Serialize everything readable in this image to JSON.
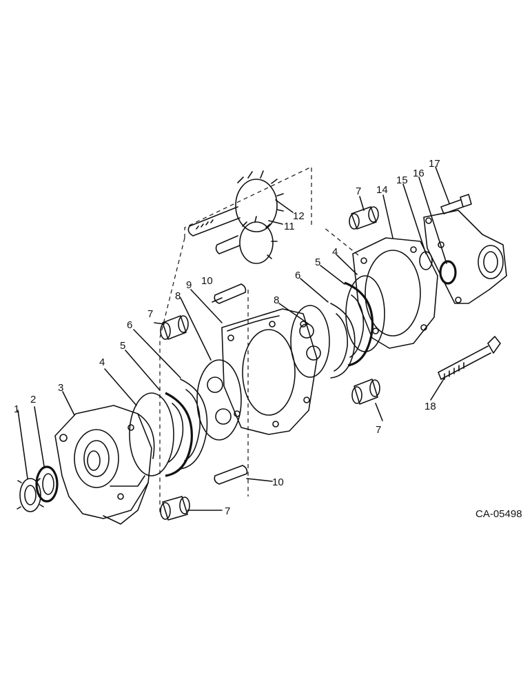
{
  "drawing_id": "CA-05498",
  "callouts": [
    {
      "id": "c1",
      "label": "1"
    },
    {
      "id": "c2",
      "label": "2"
    },
    {
      "id": "c3",
      "label": "3"
    },
    {
      "id": "c4a",
      "label": "4"
    },
    {
      "id": "c5a",
      "label": "5"
    },
    {
      "id": "c6a",
      "label": "6"
    },
    {
      "id": "c7a",
      "label": "7"
    },
    {
      "id": "c8a",
      "label": "8"
    },
    {
      "id": "c9",
      "label": "9"
    },
    {
      "id": "c10a",
      "label": "10"
    },
    {
      "id": "c8b",
      "label": "8"
    },
    {
      "id": "c6b",
      "label": "6"
    },
    {
      "id": "c5b",
      "label": "5"
    },
    {
      "id": "c4b",
      "label": "4"
    },
    {
      "id": "c7b",
      "label": "7"
    },
    {
      "id": "c14",
      "label": "14"
    },
    {
      "id": "c15",
      "label": "15"
    },
    {
      "id": "c16",
      "label": "16"
    },
    {
      "id": "c17",
      "label": "17"
    },
    {
      "id": "c11",
      "label": "11"
    },
    {
      "id": "c12",
      "label": "12"
    },
    {
      "id": "c7c",
      "label": "7"
    },
    {
      "id": "c18",
      "label": "18"
    },
    {
      "id": "c10b",
      "label": "10"
    },
    {
      "id": "c7d",
      "label": "7"
    }
  ]
}
